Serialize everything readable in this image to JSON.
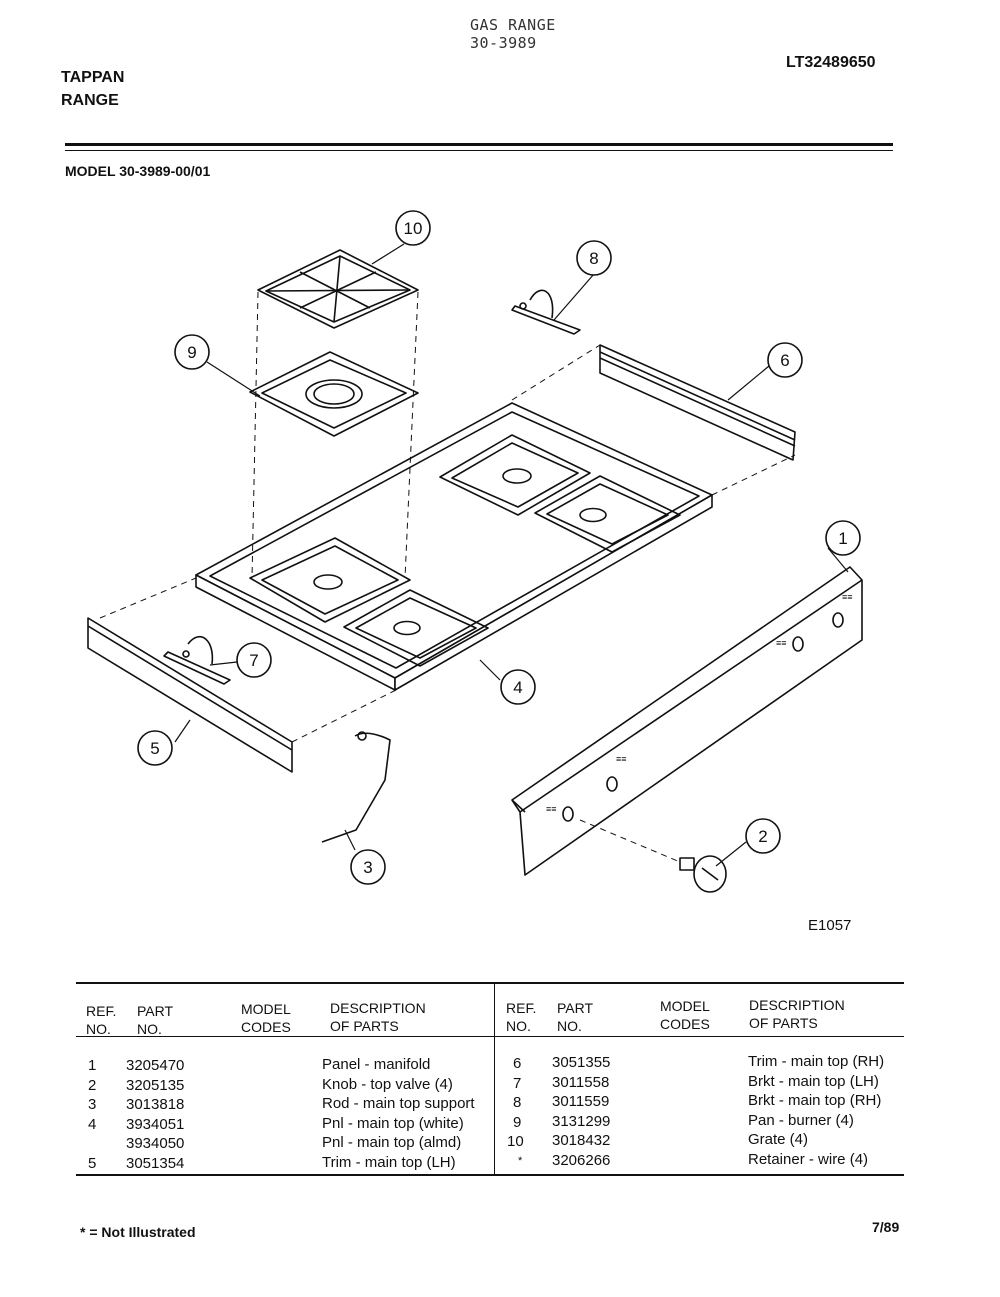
{
  "header": {
    "handwritten_line1": "GAS RANGE",
    "handwritten_line2": "30-3989",
    "brand_line1": "TAPPAN",
    "brand_line2": "RANGE",
    "catalog_number": "LT32489650",
    "model": "MODEL 30-3989-00/01"
  },
  "diagram": {
    "callouts": [
      "1",
      "2",
      "3",
      "4",
      "5",
      "6",
      "7",
      "8",
      "9",
      "10"
    ],
    "figure_code": "E1057"
  },
  "table": {
    "headers": {
      "ref_line1": "REF.",
      "ref_line2": "NO.",
      "part_line1": "PART",
      "part_line2": "NO.",
      "model_line1": "MODEL",
      "model_line2": "CODES",
      "desc_line1": "DESCRIPTION",
      "desc_line2": "OF PARTS"
    },
    "left": {
      "ref": [
        "1",
        "2",
        "3",
        "4",
        "",
        "5"
      ],
      "part": [
        "3205470",
        "3205135",
        "3013818",
        "3934051",
        "3934050",
        "3051354"
      ],
      "model": [
        "",
        "",
        "",
        "",
        "",
        ""
      ],
      "desc": [
        "Panel - manifold",
        "Knob - top valve (4)",
        "Rod - main top support",
        "Pnl - main top (white)",
        "Pnl - main top (almd)",
        "Trim - main top (LH)"
      ]
    },
    "right": {
      "ref": [
        "6",
        "7",
        "8",
        "9",
        "10",
        "*"
      ],
      "part": [
        "3051355",
        "3011558",
        "3011559",
        "3131299",
        "3018432",
        "3206266"
      ],
      "model": [
        "",
        "",
        "",
        "",
        "",
        ""
      ],
      "desc": [
        "Trim - main top (RH)",
        "Brkt - main top (LH)",
        "Brkt - main top (RH)",
        "Pan - burner (4)",
        "Grate (4)",
        "Retainer - wire (4)"
      ]
    }
  },
  "footer": {
    "note": "* = Not Illustrated",
    "date": "7/89"
  }
}
